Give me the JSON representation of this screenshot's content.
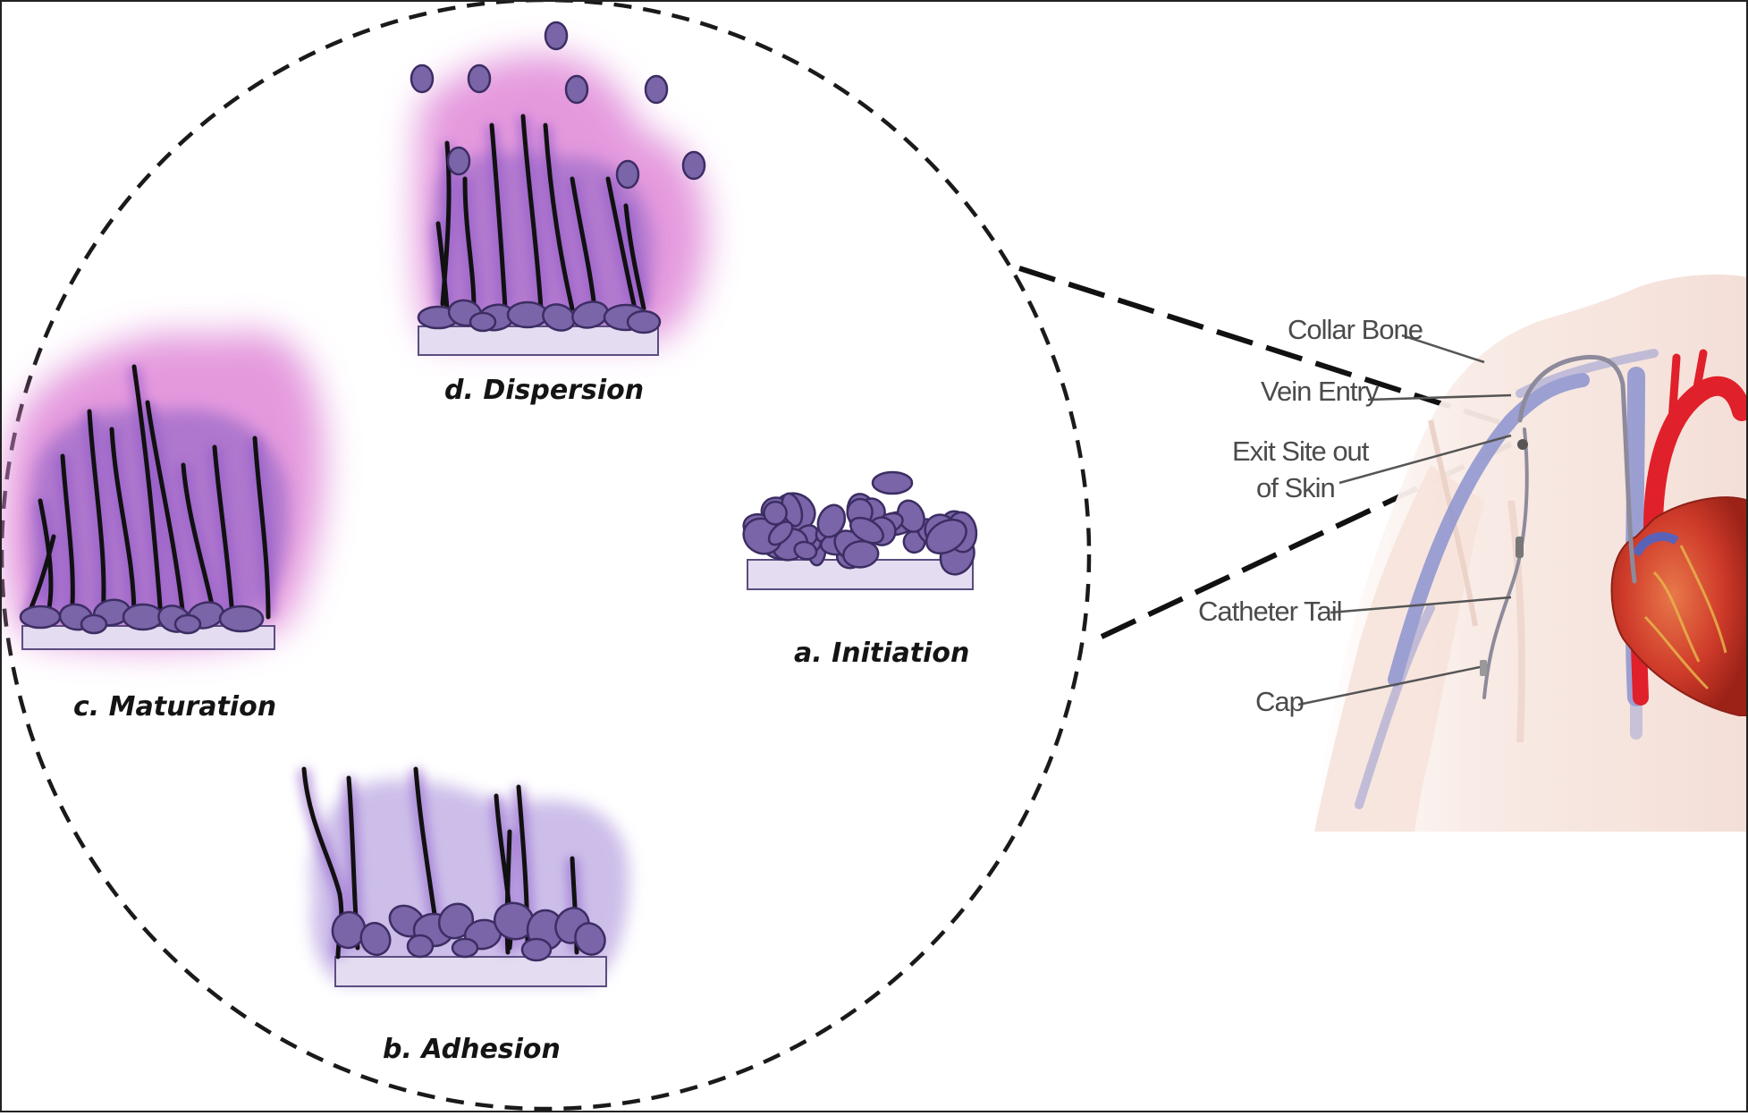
{
  "stages": {
    "initiation": "a. Initiation",
    "adhesion": "b. Adhesion",
    "maturation": "c. Maturation",
    "dispersion": "d. Dispersion"
  },
  "anatomy": {
    "collar_bone": "Collar Bone",
    "vein_entry": "Vein Entry",
    "exit_site_line1": "Exit Site out",
    "exit_site_line2": "of Skin",
    "catheter_tail": "Catheter Tail",
    "cap": "Cap"
  },
  "colors": {
    "cell_fill": "#7a65a8",
    "cell_stroke": "#3c2d63",
    "matrix_pink": "#e088d8",
    "substrate_fill": "#e4dcf0",
    "heart_red": "#d03a2a",
    "artery_red": "#e0202a",
    "vein_blue": "#7d86c8"
  }
}
